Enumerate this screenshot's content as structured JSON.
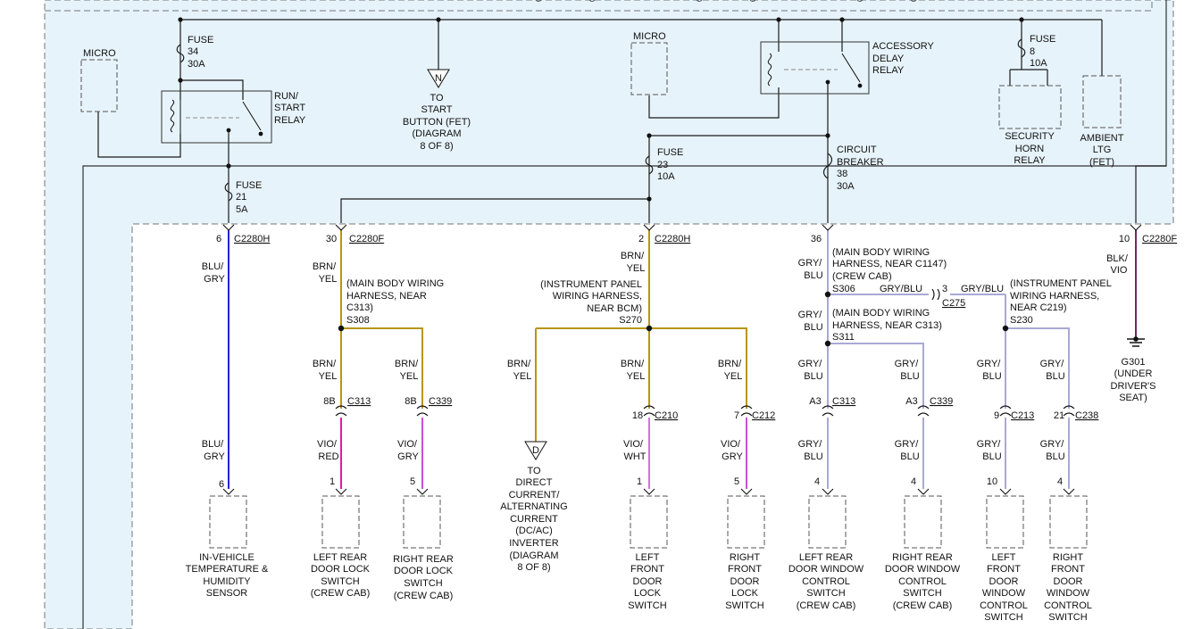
{
  "colors": {
    "panel_bg": "#e6f3fa",
    "black_wire": "#1a1a1a",
    "blu_gry": "#2424d8",
    "brn_yel": "#b8960a",
    "gry_blu": "#a9a9d4",
    "vio_red": "#e01aa8",
    "vio_gry": "#c850d8",
    "vio_wht": "#d86ee0",
    "blk_vio": "#6a2a6a"
  },
  "relays": {
    "run_start": {
      "label": [
        "RUN/",
        "START",
        "RELAY"
      ]
    },
    "accessory_delay": {
      "label": [
        "ACCESSORY",
        "DELAY",
        "RELAY"
      ]
    }
  },
  "components": {
    "micro_left": {
      "label": "MICRO"
    },
    "micro_right": {
      "label": "MICRO"
    },
    "security_horn": {
      "label": [
        "SECURITY",
        "HORN",
        "RELAY"
      ]
    },
    "ambient": {
      "label": [
        "AMBIENT",
        "LTG",
        "(FET)"
      ]
    },
    "in_vehicle": {
      "label": [
        "IN-VEHICLE",
        "TEMPERATURE &",
        "HUMIDITY",
        "SENSOR"
      ]
    },
    "lr_lock": {
      "label": [
        "LEFT REAR",
        "DOOR LOCK",
        "SWITCH",
        "(CREW CAB)"
      ]
    },
    "rr_lock": {
      "label": [
        "RIGHT REAR",
        "DOOR LOCK",
        "SWITCH",
        "(CREW CAB)"
      ]
    },
    "lf_lock": {
      "label": [
        "LEFT",
        "FRONT",
        "DOOR",
        "LOCK",
        "SWITCH"
      ]
    },
    "rf_lock": {
      "label": [
        "RIGHT",
        "FRONT",
        "DOOR",
        "LOCK",
        "SWITCH"
      ]
    },
    "lr_window": {
      "label": [
        "LEFT REAR",
        "DOOR WINDOW",
        "CONTROL",
        "SWITCH",
        "(CREW CAB)"
      ]
    },
    "rr_window": {
      "label": [
        "RIGHT REAR",
        "DOOR WINDOW",
        "CONTROL",
        "SWITCH",
        "(CREW CAB)"
      ]
    },
    "lf_window": {
      "label": [
        "LEFT",
        "FRONT",
        "DOOR",
        "WINDOW",
        "CONTROL",
        "SWITCH"
      ]
    },
    "rf_window": {
      "label": [
        "RIGHT",
        "FRONT",
        "DOOR",
        "WINDOW",
        "CONTROL",
        "SWITCH"
      ]
    }
  },
  "fuses": {
    "f34": {
      "label": [
        "FUSE",
        "34",
        "30A"
      ]
    },
    "f21": {
      "label": [
        "FUSE",
        "21",
        "5A"
      ]
    },
    "f23": {
      "label": [
        "FUSE",
        "23",
        "10A"
      ]
    },
    "f8": {
      "label": [
        "FUSE",
        "8",
        "10A"
      ]
    },
    "cb38": {
      "label": [
        "CIRCUIT",
        "BREAKER",
        "38",
        "30A"
      ]
    }
  },
  "offpage": {
    "n": {
      "letter": "N",
      "label": [
        "TO",
        "START",
        "BUTTON (FET)",
        "(DIAGRAM",
        "8 OF 8)"
      ]
    },
    "d": {
      "letter": "D",
      "label": [
        "TO",
        "DIRECT",
        "CURRENT/",
        "ALTERNATING",
        "CURRENT",
        "(DC/AC)",
        "INVERTER",
        "(DIAGRAM",
        "8 OF 8)"
      ]
    }
  },
  "connectors": {
    "c6": {
      "pin": "6",
      "name": "C2280H"
    },
    "c30": {
      "pin": "30",
      "name": "C2280F"
    },
    "c2": {
      "pin": "2",
      "name": "C2280H"
    },
    "c36": {
      "pin": "36"
    },
    "c10": {
      "pin": "10",
      "name": "C2280F"
    },
    "c313a": {
      "pin": "8B",
      "name": "C313"
    },
    "c339a": {
      "pin": "8B",
      "name": "C339"
    },
    "c210": {
      "pin": "18",
      "name": "C210"
    },
    "c212": {
      "pin": "7",
      "name": "C212"
    },
    "c313b": {
      "pin": "A3",
      "name": "C313"
    },
    "c339b": {
      "pin": "A3",
      "name": "C339"
    },
    "c213": {
      "pin": "9",
      "name": "C213"
    },
    "c238": {
      "pin": "21",
      "name": "C238"
    },
    "c275": {
      "pin": "3",
      "name": "C275"
    }
  },
  "wires": {
    "blu_gry": [
      "BLU/",
      "GRY"
    ],
    "brn_yel": [
      "BRN/",
      "YEL"
    ],
    "gry_blu": [
      "GRY/",
      "BLU"
    ],
    "gry_blu_inline": "GRY/BLU",
    "vio_red": [
      "VIO/",
      "RED"
    ],
    "vio_gry": [
      "VIO/",
      "GRY"
    ],
    "vio_wht": [
      "VIO/",
      "WHT"
    ],
    "blk_vio": [
      "BLK/",
      "VIO"
    ]
  },
  "splices": {
    "s308": {
      "note": [
        "(MAIN BODY WIRING",
        "HARNESS, NEAR",
        "C313)",
        "S308"
      ]
    },
    "s270": {
      "note": [
        "(INSTRUMENT PANEL",
        "WIRING HARNESS,",
        "NEAR BCM)",
        "S270"
      ]
    },
    "s306": {
      "note": [
        "(MAIN BODY WIRING",
        "HARNESS, NEAR C1147)",
        "(CREW CAB)",
        "S306"
      ]
    },
    "s311": {
      "note": [
        "(MAIN BODY WIRING",
        "HARNESS, NEAR C313)",
        "S311"
      ]
    },
    "s230": {
      "note": [
        "(INSTRUMENT PANEL",
        "WIRING HARNESS,",
        "NEAR C219)",
        "S230"
      ]
    }
  },
  "pins": {
    "in_vehicle": "6",
    "lr_lock": "1",
    "rr_lock": "5",
    "lf_lock": "1",
    "rf_lock": "5",
    "lr_window": "4",
    "rr_window": "4",
    "lf_window": "10",
    "rf_window": "4"
  },
  "ground": {
    "label": [
      "G301",
      "(UNDER",
      "DRIVER'S",
      "SEAT)"
    ]
  }
}
